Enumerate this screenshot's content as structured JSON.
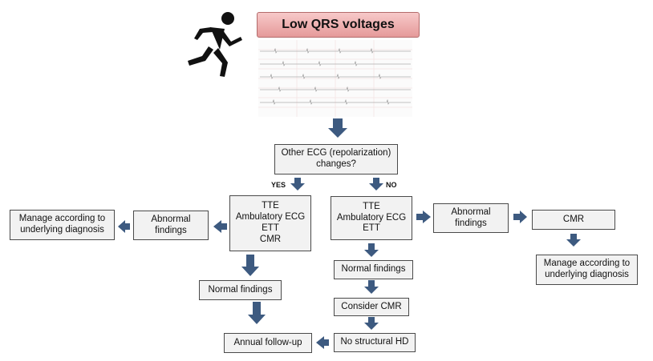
{
  "title": "Low QRS voltages",
  "question": [
    "Other ECG (repolarization)",
    "changes?"
  ],
  "branches": {
    "yes": "YES",
    "no": "NO"
  },
  "tests_yes": [
    "TTE",
    "Ambulatory ECG",
    "ETT",
    "CMR"
  ],
  "tests_no": [
    "TTE",
    "Ambulatory ECG",
    "ETT"
  ],
  "abnormal_left": [
    "Abnormal",
    "findings"
  ],
  "manage_left": [
    "Manage according to",
    "underlying diagnosis"
  ],
  "normal_yes": "Normal findings",
  "annual_followup": "Annual follow-up",
  "abnormal_right": [
    "Abnormal",
    "findings"
  ],
  "cmr_right": "CMR",
  "manage_right": [
    "Manage according to",
    "underlying diagnosis"
  ],
  "normal_no": "Normal findings",
  "consider_cmr": "Consider CMR",
  "no_structural": "No structural HD",
  "colors": {
    "arrow": "#3d5a80",
    "title_fill": "#ec9e9e",
    "box_fill": "#f2f2f2"
  },
  "icons": [
    "runner-icon",
    "ecg-strip"
  ]
}
